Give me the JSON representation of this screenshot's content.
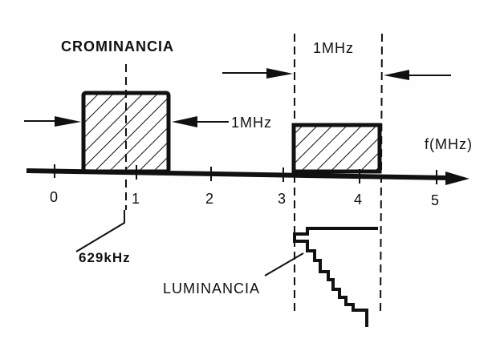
{
  "diagram": {
    "labels": {
      "chroma": "CROMINANCIA",
      "chroma_width": "1MHz",
      "luma_width": "1MHz",
      "axis_unit": "f(MHz)",
      "chroma_carrier": "629kHz",
      "luma": "LUMINANCIA"
    },
    "axis": {
      "ticks": [
        "0",
        "1",
        "2",
        "3",
        "4",
        "5"
      ]
    },
    "colors": {
      "ink": "#111111",
      "paper": "#fefefe"
    }
  }
}
